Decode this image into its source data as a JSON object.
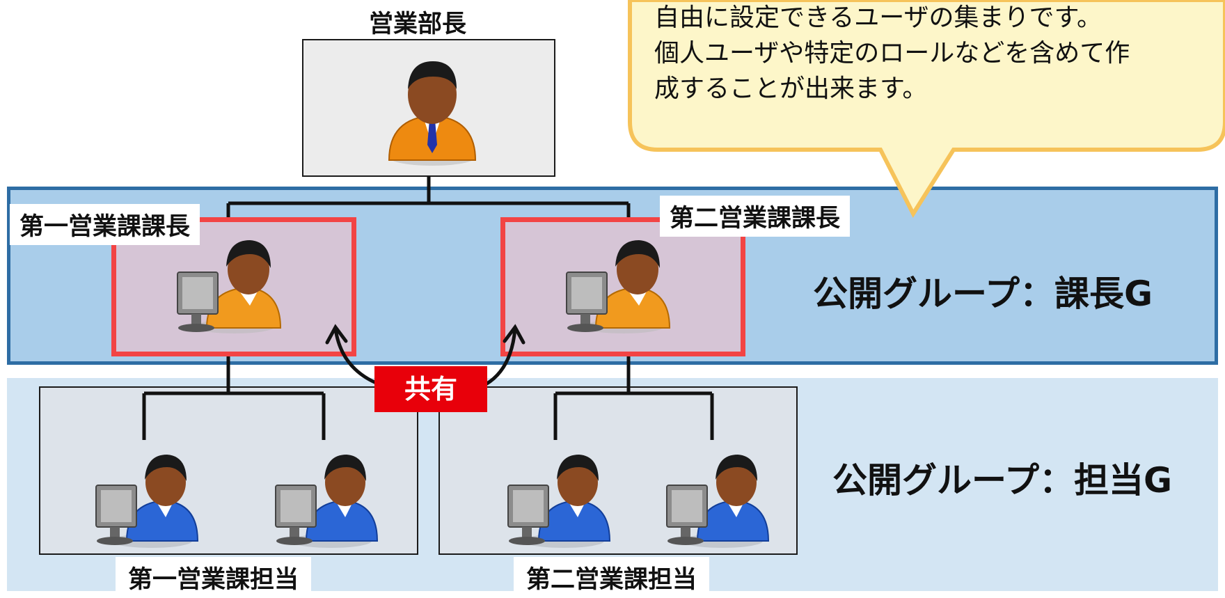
{
  "title": "営業部長",
  "callout": {
    "lines": [
      "自由に設定できるユーザの集まりです。",
      "個人ユーザや特定のロールなどを含めて作",
      "成することが出来ます。"
    ]
  },
  "groups": {
    "manager_group": "公開グループ：課長G",
    "staff_group": "公開グループ：担当G"
  },
  "nodes": {
    "section1_manager": "第一営業課課長",
    "section2_manager": "第二営業課課長",
    "section1_staff": "第一営業課担当",
    "section2_staff": "第二営業課担当"
  },
  "share_label": "共有",
  "colors": {
    "manager_band": "#a9cdea",
    "staff_band": "#d3e5f3",
    "highlight_border": "#f24444",
    "share_tag": "#e8000a",
    "callout_fill": "#fdf6c9",
    "callout_border": "#f6c35a"
  },
  "icons": [
    "director-icon",
    "manager-at-pc-icon",
    "staff-at-pc-icon"
  ]
}
